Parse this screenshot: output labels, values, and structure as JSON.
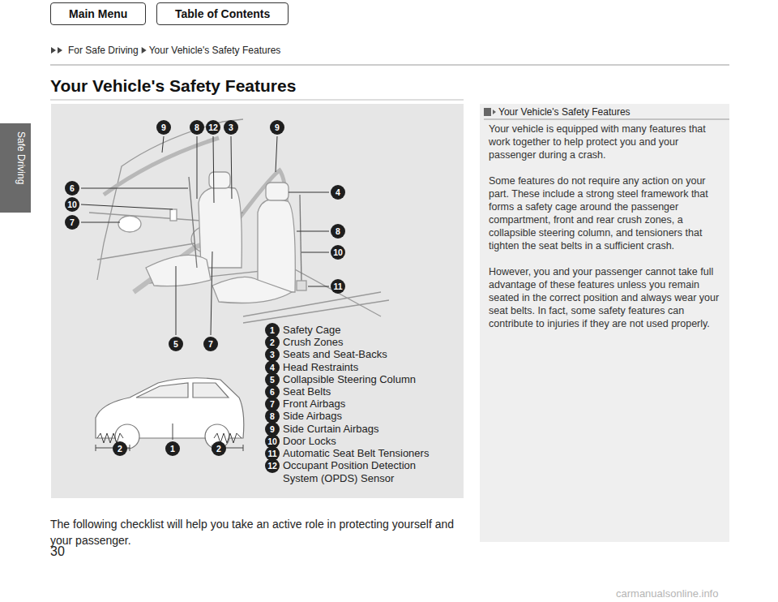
{
  "diagram": {
    "title": "Your Vehicle's Safety Features",
    "nodes": [
      {
        "text": [
          "Main Menu"
        ]
      },
      {
        "text": [
          "Table of Contents"
        ]
      },
      {
        "text": [
          "Safety Cage",
          "Crush Zones",
          "Seats and Seat-Backs",
          "Head Restraints",
          "Collapsible Steering Column",
          "Seat Belts",
          "Front Airbags",
          "Side Airbags",
          "Side Curtain Airbags",
          "Door Locks",
          "Automatic Seat Belt Tensioners",
          "Occupant Position Detection System (OPDS) Sensor"
        ]
      },
      {
        "text": [
          "Your Vehicle's Safety Features",
          "Your vehicle is equipped with many features that work together to help protect you and your passenger during a crash.",
          "Some features do not require any action on your part. These include a strong steel framework that forms a safety cage around the passenger compartment, front and rear crush zones, a collapsible steering column, and tensioners that tighten the seat belts in a sufficient crash.",
          "However, you and your passenger cannot take full advantage of these features unless you remain seated in the correct position and always wear your seat belts. In fact, some safety features can contribute to injuries if they are not used properly."
        ]
      }
    ],
    "labels": [
      "For Safe Driving",
      "Your Vehicle's Safety Features",
      "Safe Driving",
      "30",
      "The following checklist will help you take an active role in protecting yourself and your passenger.",
      "9",
      "8",
      "12",
      "3",
      "9",
      "6",
      "4",
      "10",
      "7",
      "8",
      "10",
      "11",
      "5",
      "7",
      "2",
      "1",
      "2",
      "1",
      "2",
      "3",
      "4",
      "5",
      "6",
      "7",
      "8",
      "9",
      "10",
      "11",
      "12",
      "carmanualsonline.info"
    ]
  }
}
